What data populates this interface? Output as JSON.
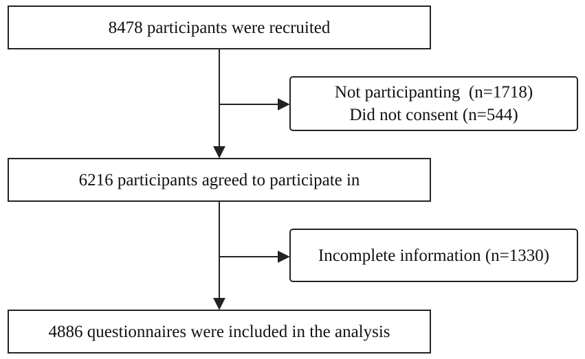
{
  "flowchart": {
    "steps": [
      {
        "label": "8478 participants were recruited"
      },
      {
        "label": "6216 participants agreed to participate in"
      },
      {
        "label": "4886 questionnaires were included in the analysis"
      }
    ],
    "exclusions": [
      {
        "lines": [
          "Not participanting  (n=1718)",
          "Did not consent (n=544)"
        ]
      },
      {
        "lines": [
          "Incomplete information (n=1330)"
        ]
      }
    ]
  },
  "colors": {
    "stroke": "#222222",
    "text": "#111111",
    "background": "#ffffff"
  }
}
